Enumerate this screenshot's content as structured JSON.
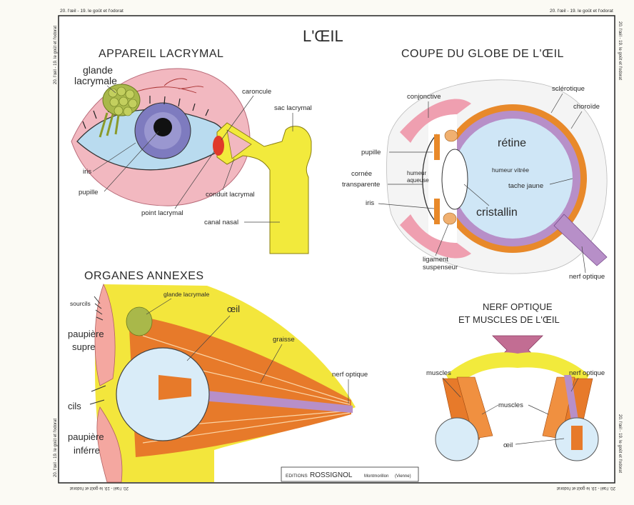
{
  "title": "L'ŒIL",
  "header_left": "20. l'œil - 19. le goût et l'odorat",
  "header_right": "20. l'œil - 19. le goût et l'odorat",
  "side_left_top": "20. l'œil - 19. le goût et l'odorat",
  "side_left_bottom": "20. l'œil - 19. le goût et l'odorat",
  "side_right_top": "20. l'œil - 19. le goût et l'odorat",
  "side_right_bottom": "20. l'œil - 19. le goût et l'odorat",
  "footer_left": "20. l'œil - 19. le goût et l'odorat",
  "footer_right": "20. l'œil - 19. le goût et l'odorat",
  "publisher": {
    "prefix": "EDITIONS",
    "name": "ROSSIGNOL",
    "place": "Montmorillon",
    "region": "(Vienne)"
  },
  "lacrymal": {
    "title": "APPAREIL LACRYMAL",
    "glande_1": "glande",
    "glande_2": "lacrymale",
    "caroncule": "caroncule",
    "sac": "sac lacrymal",
    "iris": "iris",
    "pupille": "pupille",
    "conduit": "conduit lacrymal",
    "point": "point lacrymal",
    "canal": "canal nasal"
  },
  "coupe": {
    "title": "COUPE DU GLOBE DE L'ŒIL",
    "conjonctive": "conjonctive",
    "sclerotique": "sclérotique",
    "choroide": "choroïde",
    "retine": "rétine",
    "pupille": "pupille",
    "humeur_aq_1": "humeur",
    "humeur_aq_2": "aqueuse",
    "humeur_vitree": "humeur vitrée",
    "cornee_1": "cornée",
    "cornee_2": "transparente",
    "tache": "tache jaune",
    "iris": "iris",
    "cristallin": "cristallin",
    "ligament_1": "ligament",
    "ligament_2": "suspenseur",
    "nerf": "nerf optique"
  },
  "annexes": {
    "title": "ORGANES ANNEXES",
    "sourcils": "sourcils",
    "glande": "glande lacrymale",
    "oeil": "œil",
    "paup_sup_1": "paupière",
    "paup_sup_2": "supre",
    "graisse": "graisse",
    "nerf": "nerf optique",
    "cils": "cils",
    "paup_inf_1": "paupière",
    "paup_inf_2": "inférre"
  },
  "nerf": {
    "title_1": "NERF OPTIQUE",
    "title_2": "ET MUSCLES DE L'ŒIL",
    "muscles_left": "muscles",
    "nerf_optique": "nerf optique",
    "muscles_center": "muscles",
    "oeil": "œil"
  }
}
